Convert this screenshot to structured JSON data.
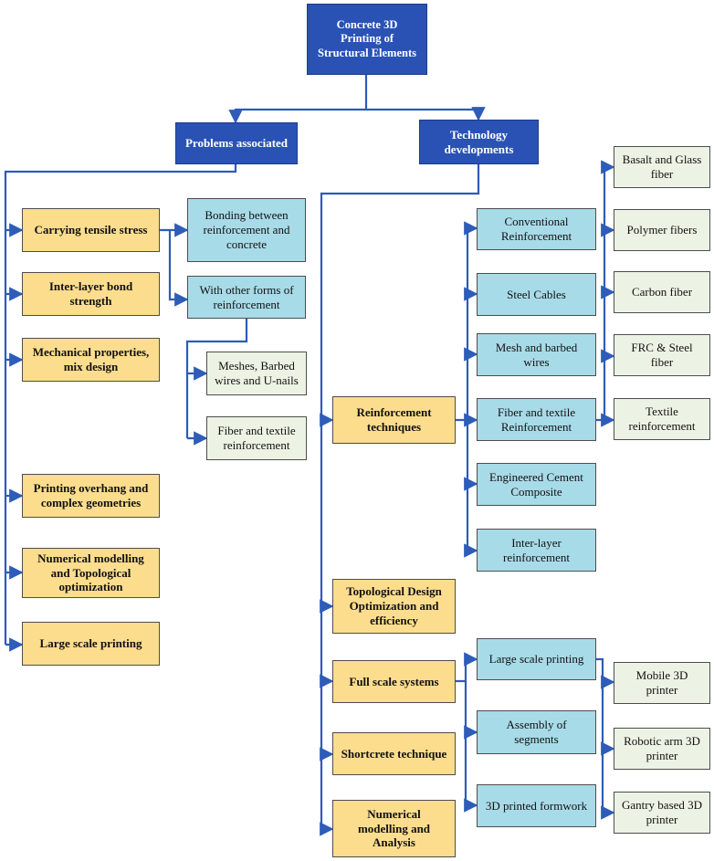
{
  "colors": {
    "navy_box": "#2a52b5",
    "yellow_box": "#fcdd8e",
    "blue_box": "#a8dbe8",
    "green_box": "#edf3e4",
    "connector": "#2e5cb8"
  },
  "root": {
    "label": "Concrete 3D\nPrinting of\nStructural Elements"
  },
  "problems": {
    "label": "Problems associated",
    "items": {
      "tensile": "Carrying tensile stress",
      "interlayer": "Inter-layer bond\nstrength",
      "mechanical": "Mechanical properties,\nmix design",
      "overhang": "Printing overhang and\ncomplex geometries",
      "numerical": "Numerical modelling\nand Topological\noptimization",
      "largescale": "Large scale printing"
    },
    "tensile_sub": {
      "bonding": "Bonding between\nreinforcement and\nconcrete",
      "other_forms": "With other forms of\nreinforcement",
      "meshes": "Meshes, Barbed\nwires and U-nails",
      "fiber_textile": "Fiber and textile\nreinforcement"
    }
  },
  "technology": {
    "label": "Technology\ndevelopments",
    "items": {
      "reinforcement": "Reinforcement\ntechniques",
      "topological": "Topological Design\nOptimization and\nefficiency",
      "fullscale": "Full scale systems",
      "shortcrete": "Shortcrete technique",
      "numerical": "Numerical\nmodelling and\nAnalysis"
    },
    "reinforcement_sub": {
      "conventional": "Conventional\nReinforcement",
      "steel_cables": "Steel Cables",
      "mesh_barbed": "Mesh and barbed\nwires",
      "fiber_textile": "Fiber and textile\nReinforcement",
      "ecc": "Engineered Cement\nComposite",
      "interlayer": "Inter-layer\nreinforcement"
    },
    "fiber_sub": {
      "basalt_glass": "Basalt and Glass\nfiber",
      "polymer": "Polymer fibers",
      "carbon": "Carbon fiber",
      "frc_steel": "FRC &  Steel\nfiber",
      "textile": "Textile\nreinforcement"
    },
    "fullscale_sub": {
      "large_scale": "Large scale printing",
      "assembly": "Assembly of\nsegments",
      "formwork": "3D printed formwork"
    },
    "printer_sub": {
      "mobile": "Mobile 3D\nprinter",
      "robotic": "Robotic arm 3D\nprinter",
      "gantry": "Gantry based 3D\nprinter"
    }
  }
}
